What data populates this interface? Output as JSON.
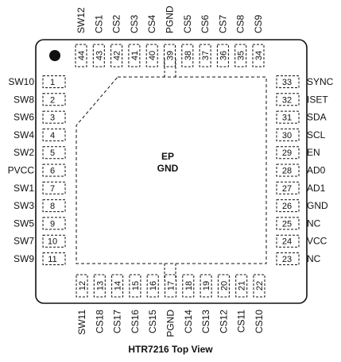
{
  "title": "HTR7216 Top View",
  "center_labels": [
    "EP",
    "GND"
  ],
  "left_pins": [
    {
      "num": "1",
      "name": "SW10"
    },
    {
      "num": "2",
      "name": "SW8"
    },
    {
      "num": "3",
      "name": "SW6"
    },
    {
      "num": "4",
      "name": "SW4"
    },
    {
      "num": "5",
      "name": "SW2"
    },
    {
      "num": "6",
      "name": "PVCC"
    },
    {
      "num": "7",
      "name": "SW1"
    },
    {
      "num": "8",
      "name": "SW3"
    },
    {
      "num": "9",
      "name": "SW5"
    },
    {
      "num": "10",
      "name": "SW7"
    },
    {
      "num": "11",
      "name": "SW9"
    }
  ],
  "bottom_pins": [
    {
      "num": "12",
      "name": "SW11"
    },
    {
      "num": "13",
      "name": "CS18"
    },
    {
      "num": "14",
      "name": "CS17"
    },
    {
      "num": "15",
      "name": "CS16"
    },
    {
      "num": "16",
      "name": "CS15"
    },
    {
      "num": "17",
      "name": "PGND"
    },
    {
      "num": "18",
      "name": "CS14"
    },
    {
      "num": "19",
      "name": "CS13"
    },
    {
      "num": "20",
      "name": "CS12"
    },
    {
      "num": "21",
      "name": "CS11"
    },
    {
      "num": "22",
      "name": "CS10"
    }
  ],
  "right_pins": [
    {
      "num": "23",
      "name": "NC"
    },
    {
      "num": "24",
      "name": "VCC"
    },
    {
      "num": "25",
      "name": "NC"
    },
    {
      "num": "26",
      "name": "GND"
    },
    {
      "num": "27",
      "name": "AD1"
    },
    {
      "num": "28",
      "name": "AD0"
    },
    {
      "num": "29",
      "name": "EN"
    },
    {
      "num": "30",
      "name": "SCL"
    },
    {
      "num": "31",
      "name": "SDA"
    },
    {
      "num": "32",
      "name": "ISET"
    },
    {
      "num": "33",
      "name": "SYNC"
    }
  ],
  "top_pins": [
    {
      "num": "34",
      "name": "CS9"
    },
    {
      "num": "35",
      "name": "CS8"
    },
    {
      "num": "36",
      "name": "CS7"
    },
    {
      "num": "37",
      "name": "CS6"
    },
    {
      "num": "38",
      "name": "CS5"
    },
    {
      "num": "39",
      "name": "PGND"
    },
    {
      "num": "40",
      "name": "CS4"
    },
    {
      "num": "41",
      "name": "CS3"
    },
    {
      "num": "42",
      "name": "CS2"
    },
    {
      "num": "43",
      "name": "CS1"
    },
    {
      "num": "44",
      "name": "SW12"
    }
  ]
}
